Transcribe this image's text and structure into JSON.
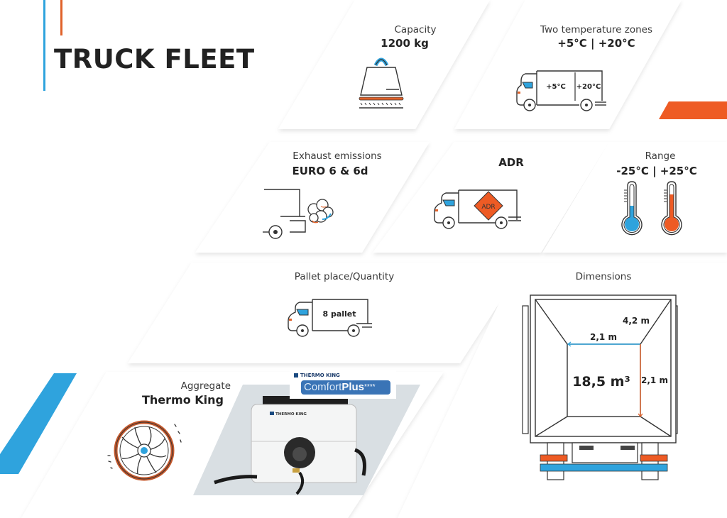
{
  "page": {
    "title": "TRUCK FLEET",
    "colors": {
      "accent_blue": "#2fa3dd",
      "accent_orange": "#ee5b24",
      "text_dark": "#222222",
      "line": "#333333"
    }
  },
  "features": {
    "capacity": {
      "label": "Capacity",
      "value": "1200 kg",
      "icon": "weight-icon"
    },
    "temp_zones": {
      "label": "Two temperature zones",
      "value": "+5°C | +20°C",
      "icon": "truck-two-zones-icon",
      "zone1": "+5°C",
      "zone2": "+20°C"
    },
    "emissions": {
      "label": "Exhaust emissions",
      "value": "EURO 6 & 6d",
      "icon": "exhaust-cloud-icon"
    },
    "adr": {
      "value": "ADR",
      "icon": "truck-adr-icon",
      "sign_text": "ADR"
    },
    "range": {
      "label": "Range",
      "value": "-25°C | +25°C",
      "icon": "thermometers-icon"
    },
    "pallets": {
      "label": "Pallet place/Quantity",
      "icon": "truck-pallet-icon",
      "truck_text": "8 pallet"
    },
    "dimensions": {
      "label": "Dimensions",
      "depth": "4,2 m",
      "width": "2,1 m",
      "height": "2,1 m",
      "volume": "18,5 m³",
      "icon": "cargo-box-rear-icon"
    },
    "aggregate": {
      "label": "Aggregate",
      "value": "Thermo King",
      "icon": "fan-icon",
      "brand_small": "THERMO KING",
      "badge_text_1": "Comfort",
      "badge_text_2": "Plus",
      "badge_stars": "****",
      "unit_brand": "THERMO KING"
    }
  }
}
